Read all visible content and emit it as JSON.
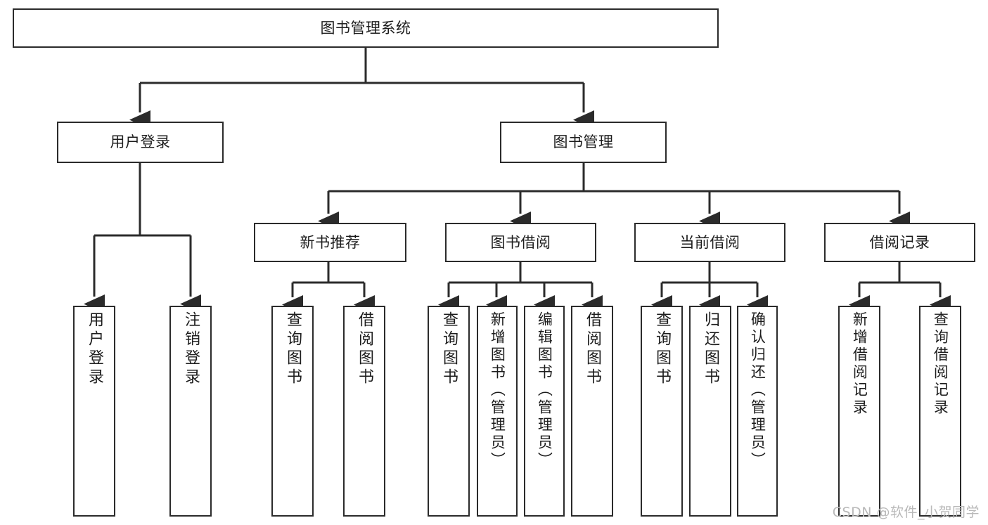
{
  "diagram": {
    "title": "图书管理系统",
    "type": "hierarchy-tree",
    "stroke_color": "#2b2b2b",
    "background_color": "#ffffff",
    "text_color": "#1c1c1c",
    "root": {
      "label": "图书管理系统"
    },
    "level2": [
      {
        "label": "用户登录"
      },
      {
        "label": "图书管理"
      }
    ],
    "level3": [
      {
        "label": "新书推荐"
      },
      {
        "label": "图书借阅"
      },
      {
        "label": "当前借阅"
      },
      {
        "label": "借阅记录"
      }
    ],
    "leaves": {
      "user_login": [
        {
          "label": "用户登录"
        },
        {
          "label": "注销登录"
        }
      ],
      "new_book_recommend": [
        {
          "label": "查询图书"
        },
        {
          "label": "借阅图书"
        }
      ],
      "book_borrow": [
        {
          "label": "查询图书"
        },
        {
          "label": "新增图书（管理员）"
        },
        {
          "label": "编辑图书（管理员）"
        },
        {
          "label": "借阅图书"
        }
      ],
      "current_borrow": [
        {
          "label": "查询图书"
        },
        {
          "label": "归还图书"
        },
        {
          "label": "确认归还（管理员）"
        }
      ],
      "borrow_records": [
        {
          "label": "新增借阅记录"
        },
        {
          "label": "查询借阅记录"
        }
      ]
    }
  },
  "watermark": {
    "text": "CSDN @软件_小贺同学"
  }
}
